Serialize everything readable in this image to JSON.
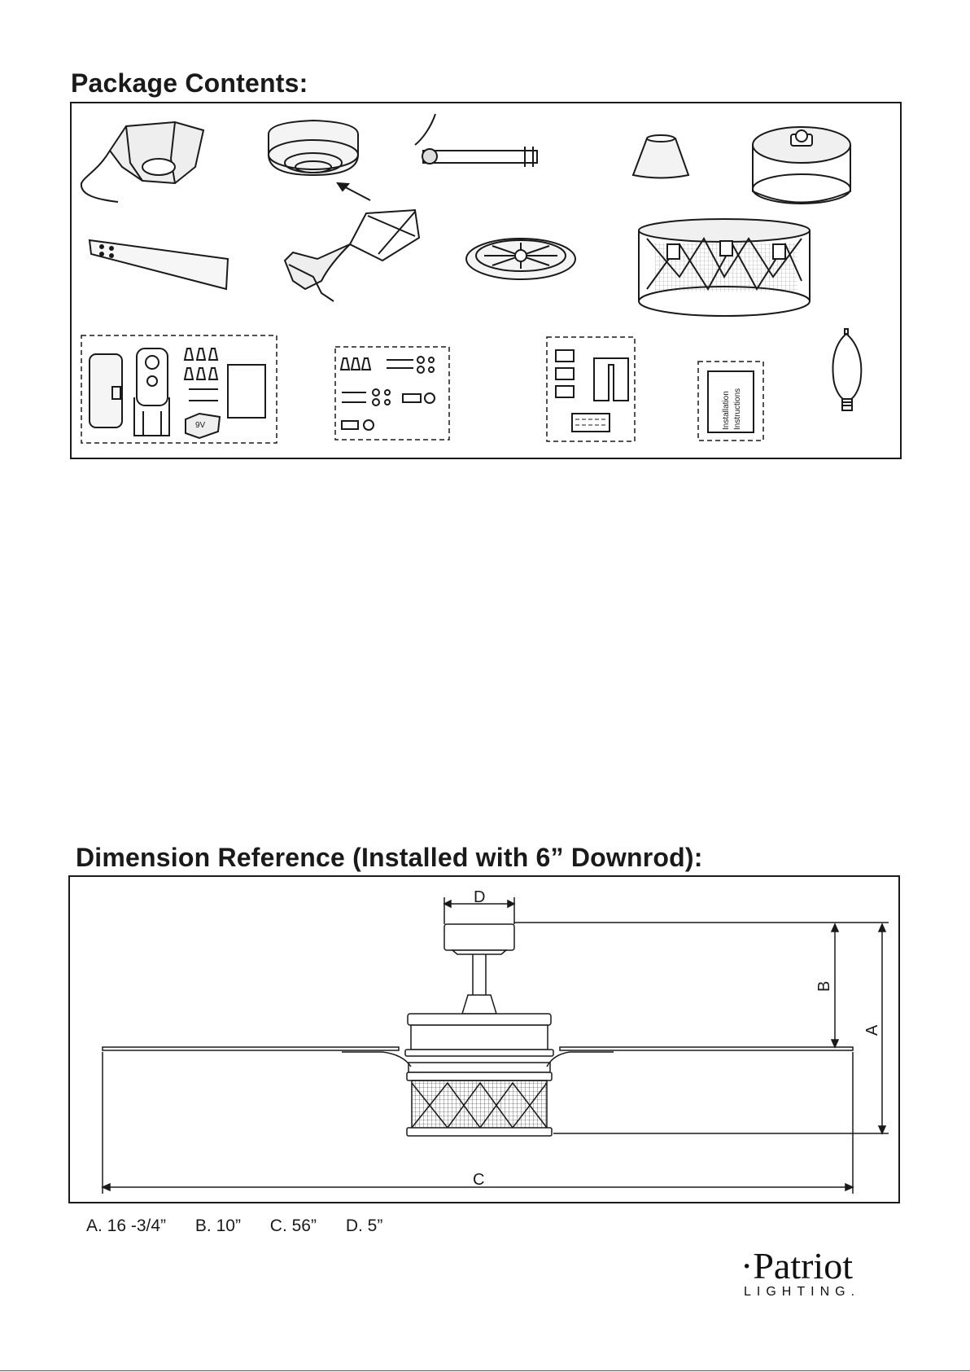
{
  "headings": {
    "package_contents": "Package Contents:",
    "dimension_reference": "Dimension Reference (Installed with 6” Downrod):"
  },
  "package_items": {
    "battery_label": "9V",
    "instructions_line1": "Installation",
    "instructions_line2": "Instructions"
  },
  "dimension_diagram": {
    "label_a": "A",
    "label_b": "B",
    "label_c": "C",
    "label_d": "D"
  },
  "dimensions": {
    "a": "A. 16 -3/4”",
    "b": "B. 10”",
    "c": "C. 56”",
    "d": "D. 5”"
  },
  "brand": {
    "name": "·Patriot",
    "tagline": "LIGHTING."
  }
}
